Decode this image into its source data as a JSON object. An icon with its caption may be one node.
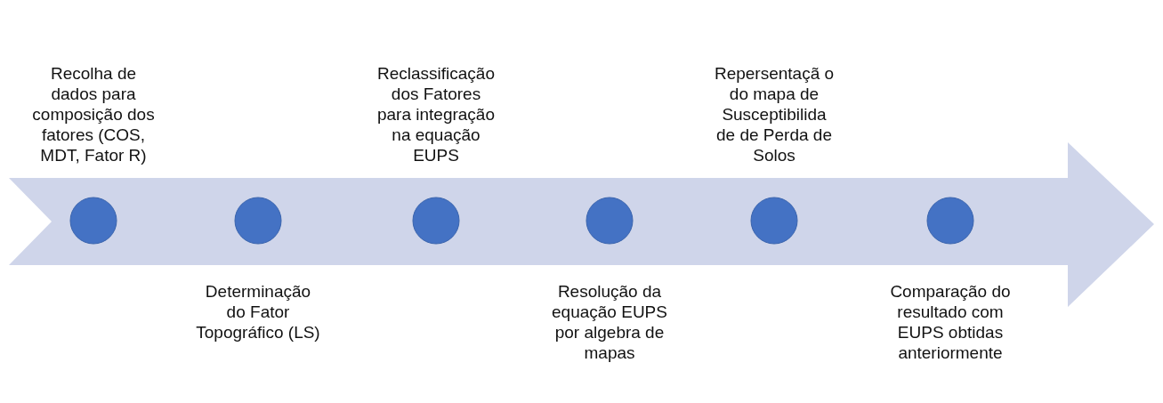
{
  "diagram": {
    "nodes": [
      {
        "text": [],
        "shape": "circle",
        "beside": [
          "Recolha de dados para composição dos fatores (COS, MDT, Fator R)"
        ]
      },
      {
        "text": [],
        "shape": "circle",
        "beside": [
          "Determinação do Fator Topográfico (LS)"
        ]
      },
      {
        "text": [],
        "shape": "circle",
        "beside": [
          "Reclassificação dos Fatores para integração na equação EUPS"
        ]
      },
      {
        "text": [],
        "shape": "circle",
        "beside": [
          "Resolução da equação EUPS por algebra de mapas"
        ]
      },
      {
        "text": [],
        "shape": "circle",
        "beside": [
          "Repersentaçã o do mapa de Susceptibilida de de Perda de Solos"
        ]
      },
      {
        "text": [],
        "shape": "circle",
        "beside": [
          "Comparação do resultado com EUPS obtidas anteriormente"
        ]
      }
    ]
  }
}
